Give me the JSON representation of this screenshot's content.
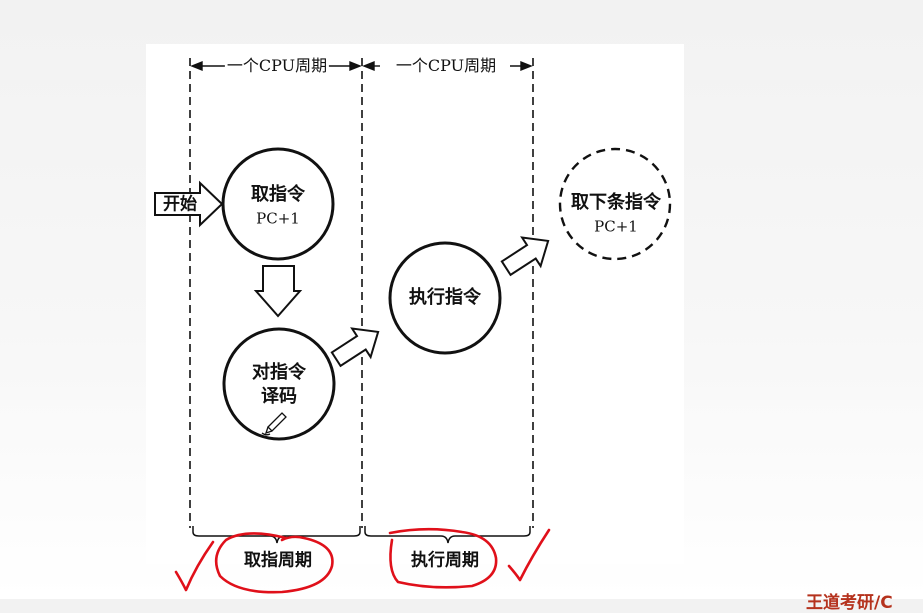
{
  "diagram": {
    "cycle_headers": [
      "一个CPU周期",
      "一个CPU周期"
    ],
    "start_label": "开始",
    "nodes": {
      "fetch": {
        "line1": "取指令",
        "line2": "PC+1"
      },
      "decode": {
        "line1": "对指令",
        "line2": "译码"
      },
      "execute": {
        "line1": "执行指令"
      },
      "next": {
        "line1": "取下条指令",
        "line2": "PC+1"
      }
    },
    "phases": {
      "fetch": "取指周期",
      "execute": "执行周期"
    }
  },
  "colors": {
    "ink": "#111111",
    "annotation": "#e0101a",
    "watermark": "#b5321d"
  },
  "watermark_text": "王道考研/C"
}
